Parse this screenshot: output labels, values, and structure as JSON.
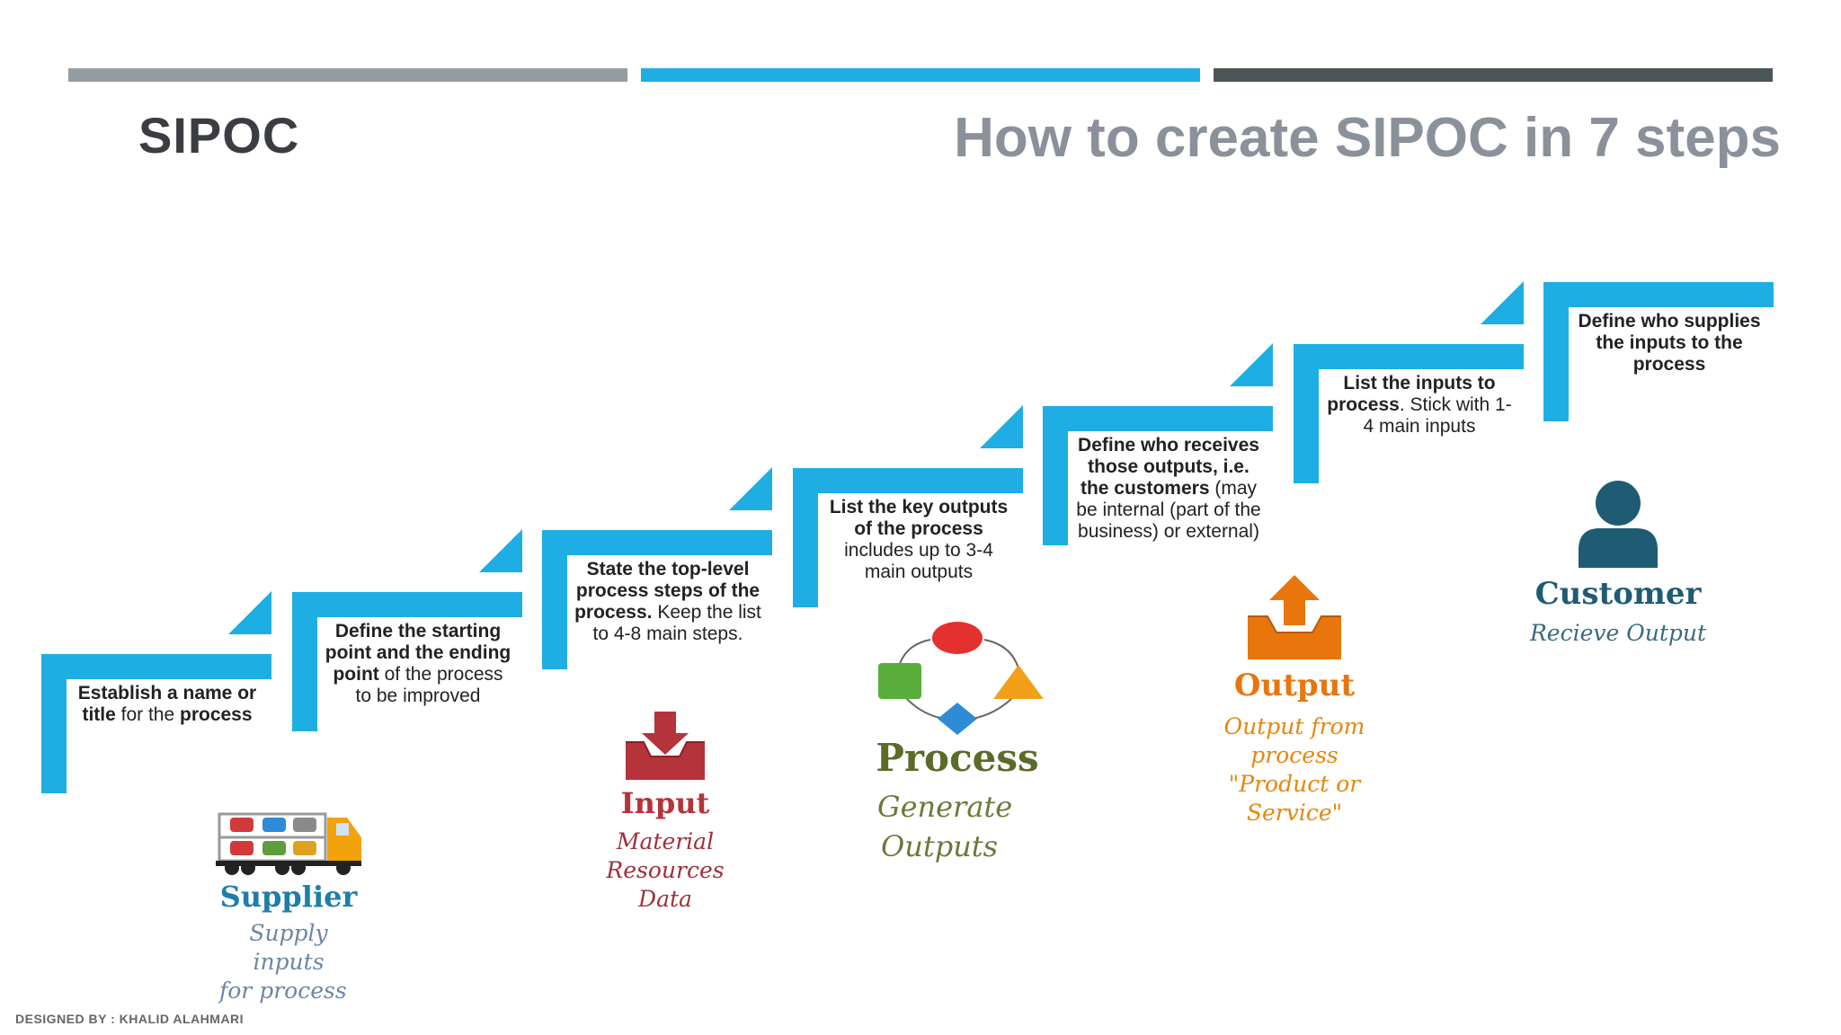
{
  "header": {
    "brand": "SIPOC",
    "title": "How to create SIPOC in 7 steps"
  },
  "colors": {
    "bar_gray": "#959ca3",
    "bar_blue": "#1eaee3",
    "bar_dark": "#4a5558",
    "step_blue": "#1eaee3",
    "supplier": "#1e7ea8",
    "input": "#b5333a",
    "process": "#5a6b2a",
    "output": "#e8760d",
    "customer": "#1f5c73"
  },
  "steps": [
    {
      "bold1": "Establish a name or title",
      "normal1": " for the ",
      "bold2": "process",
      "normal2": ""
    },
    {
      "bold1": "Define the starting point and the ending point",
      "normal1": " of the process to be improved",
      "bold2": "",
      "normal2": ""
    },
    {
      "bold1": "State the top-level process steps of the process.",
      "normal1": " Keep the list to 4-8 main steps.",
      "bold2": "",
      "normal2": ""
    },
    {
      "bold1": "List the key outputs of the process",
      "normal1": " includes up to 3-4 main outputs",
      "bold2": "",
      "normal2": ""
    },
    {
      "bold1": "Define who receives those outputs, i.e. the customers",
      "normal1": " (may be internal (part of the business) or external)",
      "bold2": "",
      "normal2": ""
    },
    {
      "bold1": "List the inputs to process",
      "normal1": ". Stick with 1-4 main inputs",
      "bold2": "",
      "normal2": ""
    },
    {
      "bold1": "Define who supplies the inputs to the process",
      "normal1": "",
      "bold2": "",
      "normal2": ""
    }
  ],
  "icons": {
    "supplier": {
      "name": "Supplier",
      "sub1": "Supply inputs",
      "sub2": "for process"
    },
    "input": {
      "name": "Input",
      "sub1": "Material",
      "sub2": "Resources",
      "sub3": "Data"
    },
    "process": {
      "name": "Process",
      "sub1": "Generate",
      "sub2": "Outputs"
    },
    "output": {
      "name": "Output",
      "sub1": "Output from process",
      "sub2": "\"Product or Service\""
    },
    "customer": {
      "name": "Customer",
      "sub1": "Recieve Output"
    }
  },
  "footer": "DESIGNED BY : KHALID ALAHMARI"
}
